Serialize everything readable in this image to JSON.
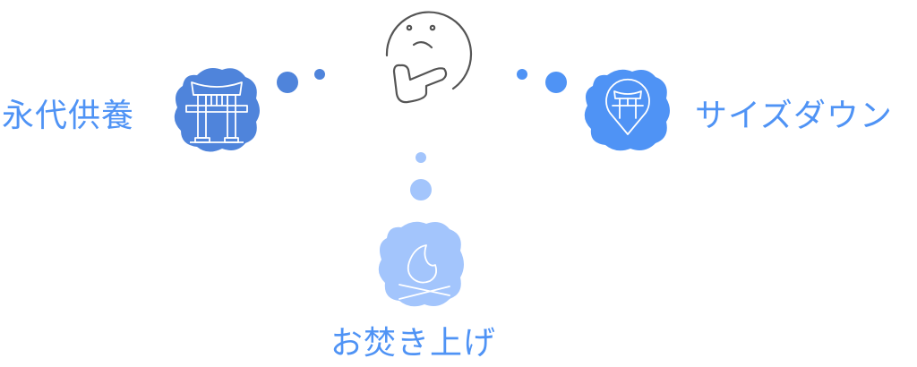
{
  "diagram": {
    "center": {
      "icon": "thinking-face-icon",
      "stroke": "#555555"
    },
    "options": [
      {
        "id": "eitai-kuyou",
        "label": "永代供養",
        "icon": "torii-gate-icon",
        "color": "#4f84db"
      },
      {
        "id": "size-down",
        "label": "サイズダウン",
        "icon": "torii-location-pin-icon",
        "color": "#4f93f5"
      },
      {
        "id": "otakiage",
        "label": "お焚き上げ",
        "icon": "bonfire-icon",
        "color": "#a3c5fc"
      }
    ],
    "text_color": "#4f93f5"
  }
}
